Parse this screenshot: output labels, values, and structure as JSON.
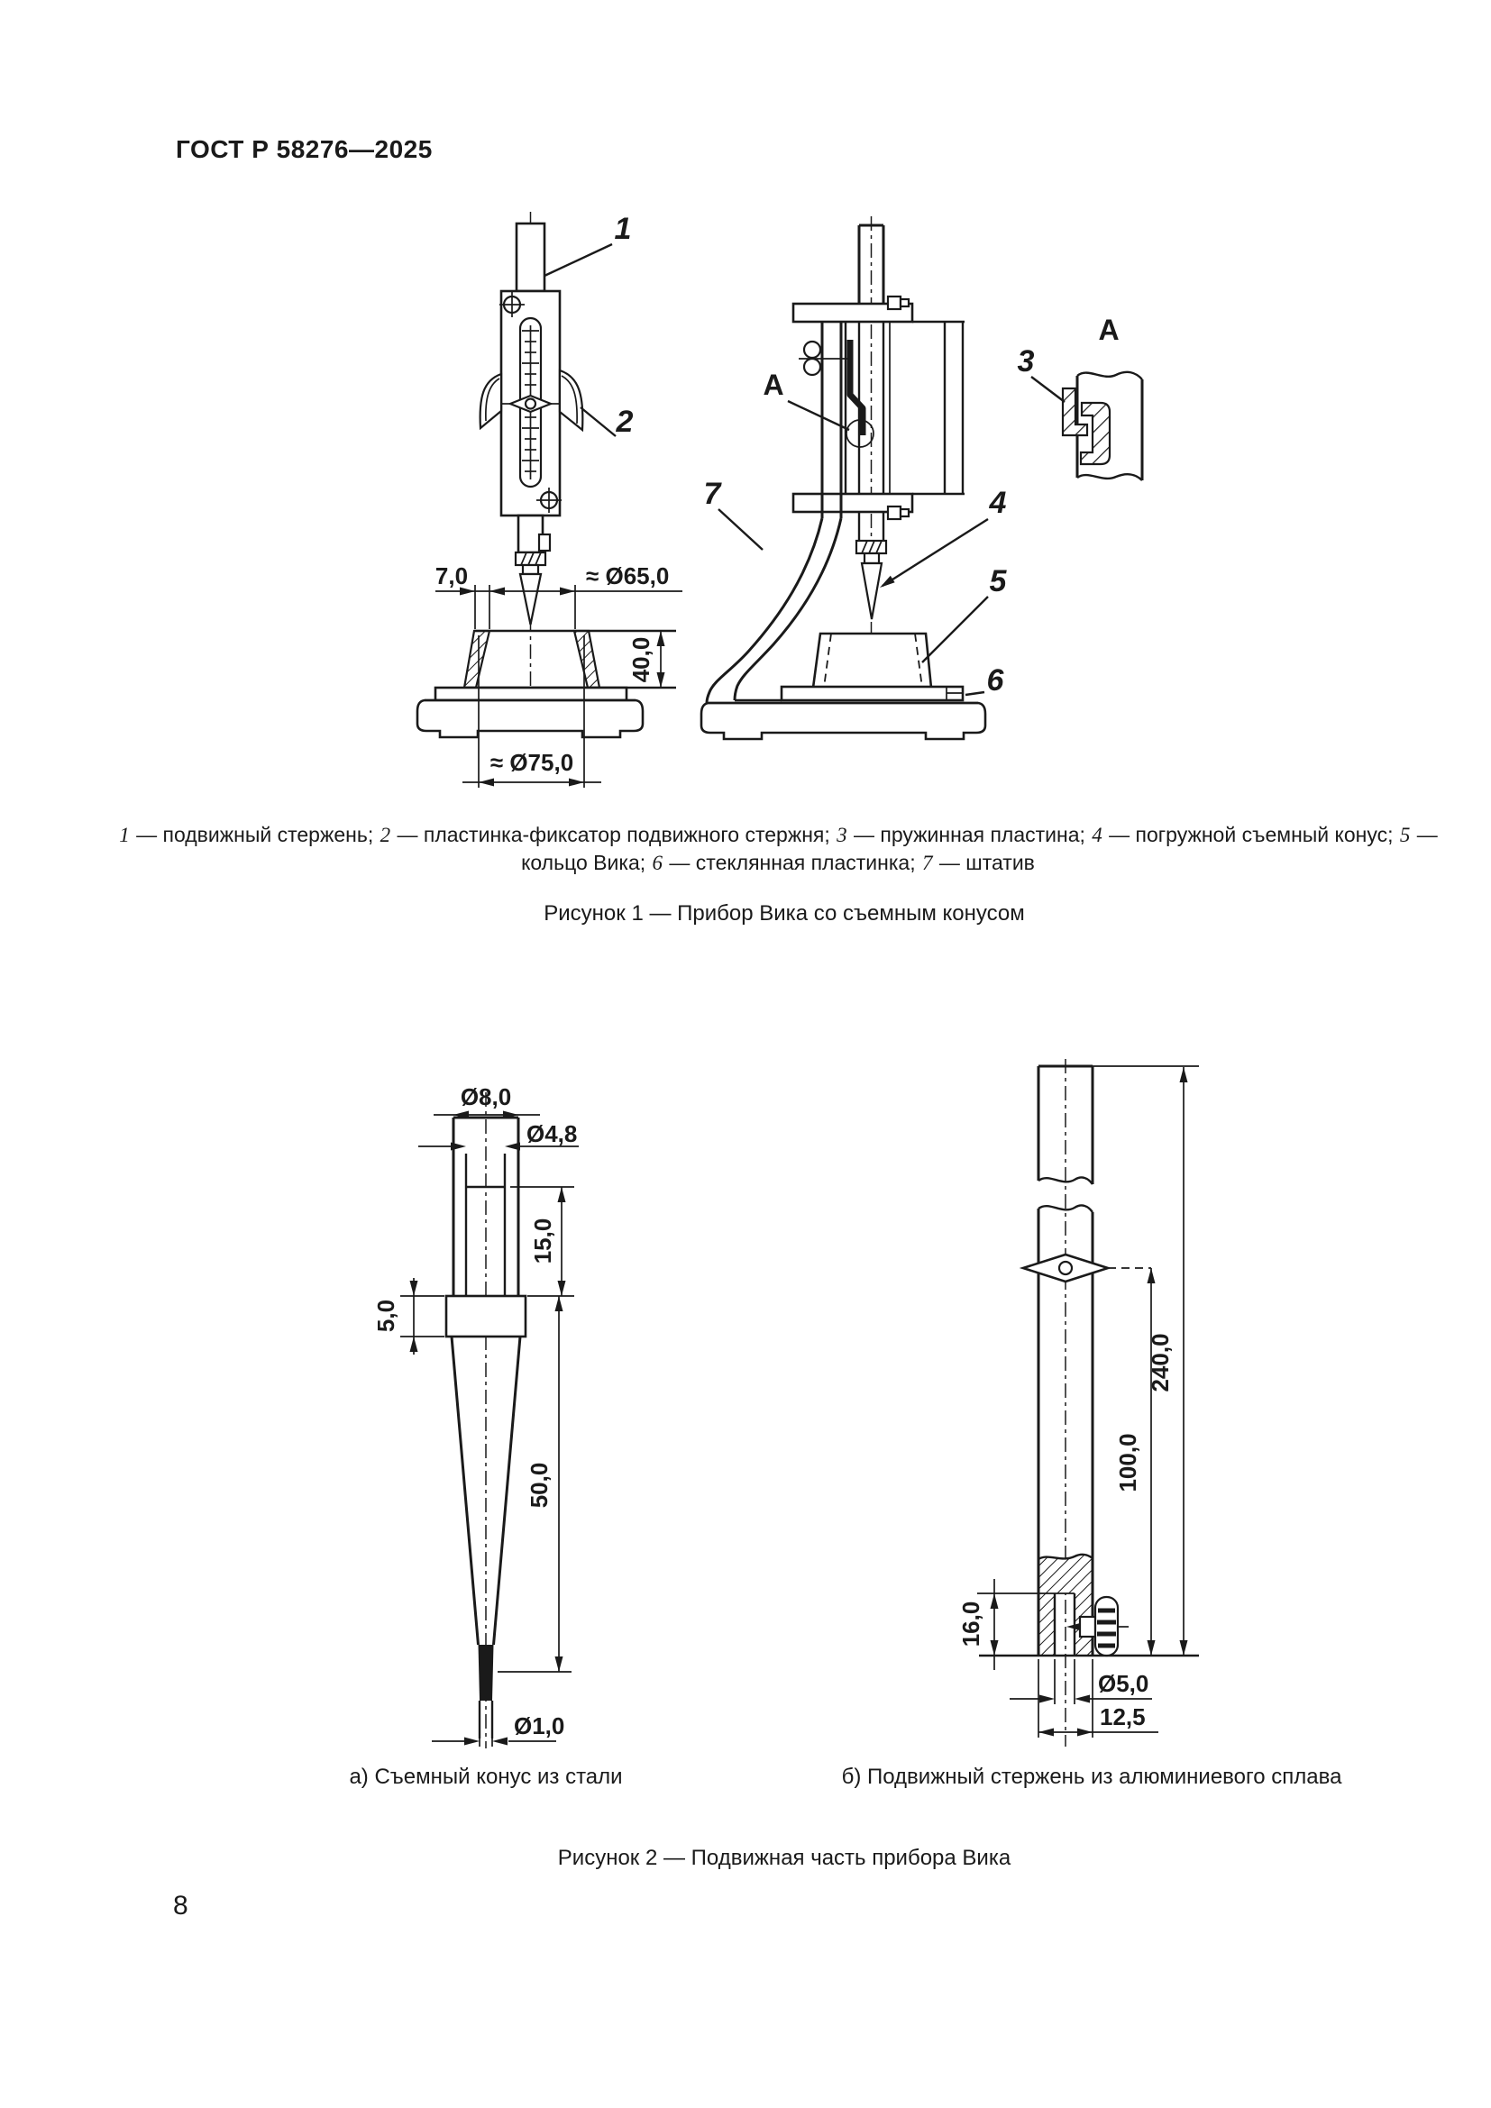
{
  "page": {
    "header": "ГОСТ Р 58276—2025",
    "page_number": "8"
  },
  "colors": {
    "ink": "#1a1a1a",
    "paper": "#ffffff"
  },
  "figure1": {
    "caption": "Рисунок 1 — Прибор Вика со съемным конусом",
    "legend": [
      {
        "n": "1",
        "t": "подвижный стержень"
      },
      {
        "n": "2",
        "t": "пластинка-фиксатор подвижного стержня"
      },
      {
        "n": "3",
        "t": "пружинная пластина"
      },
      {
        "n": "4",
        "t": "погружной съемный конус"
      },
      {
        "n": "5",
        "t": "кольцо Вика"
      },
      {
        "n": "6",
        "t": "стеклянная пластинка"
      },
      {
        "n": "7",
        "t": "штатив"
      }
    ],
    "callouts": {
      "c1": "1",
      "c2": "2",
      "c3": "3",
      "c4": "4",
      "c5": "5",
      "c6": "6",
      "c7": "7",
      "detail_ref": "А",
      "detail_title": "А"
    },
    "dimensions": {
      "wall": "7,0",
      "top_dia": "≈ Ø65,0",
      "ring_height": "40,0",
      "bottom_dia": "≈ Ø75,0"
    }
  },
  "figure2": {
    "caption": "Рисунок 2 — Подвижная часть прибора Вика",
    "sub_a_caption": "а)  Съемный конус из стали",
    "sub_b_caption": "б)  Подвижный стержень из алюминиевого сплава",
    "cone_dims": {
      "outer_dia": "Ø8,0",
      "inner_dia": "Ø4,8",
      "socket_len": "15,0",
      "collar_h": "5,0",
      "cone_len": "50,0",
      "tip_dia": "Ø1,0"
    },
    "rod_dims": {
      "total_len": "240,0",
      "lower_len": "100,0",
      "socket_depth": "16,0",
      "hole_dia": "Ø5,0",
      "rod_dia": "12,5"
    }
  }
}
